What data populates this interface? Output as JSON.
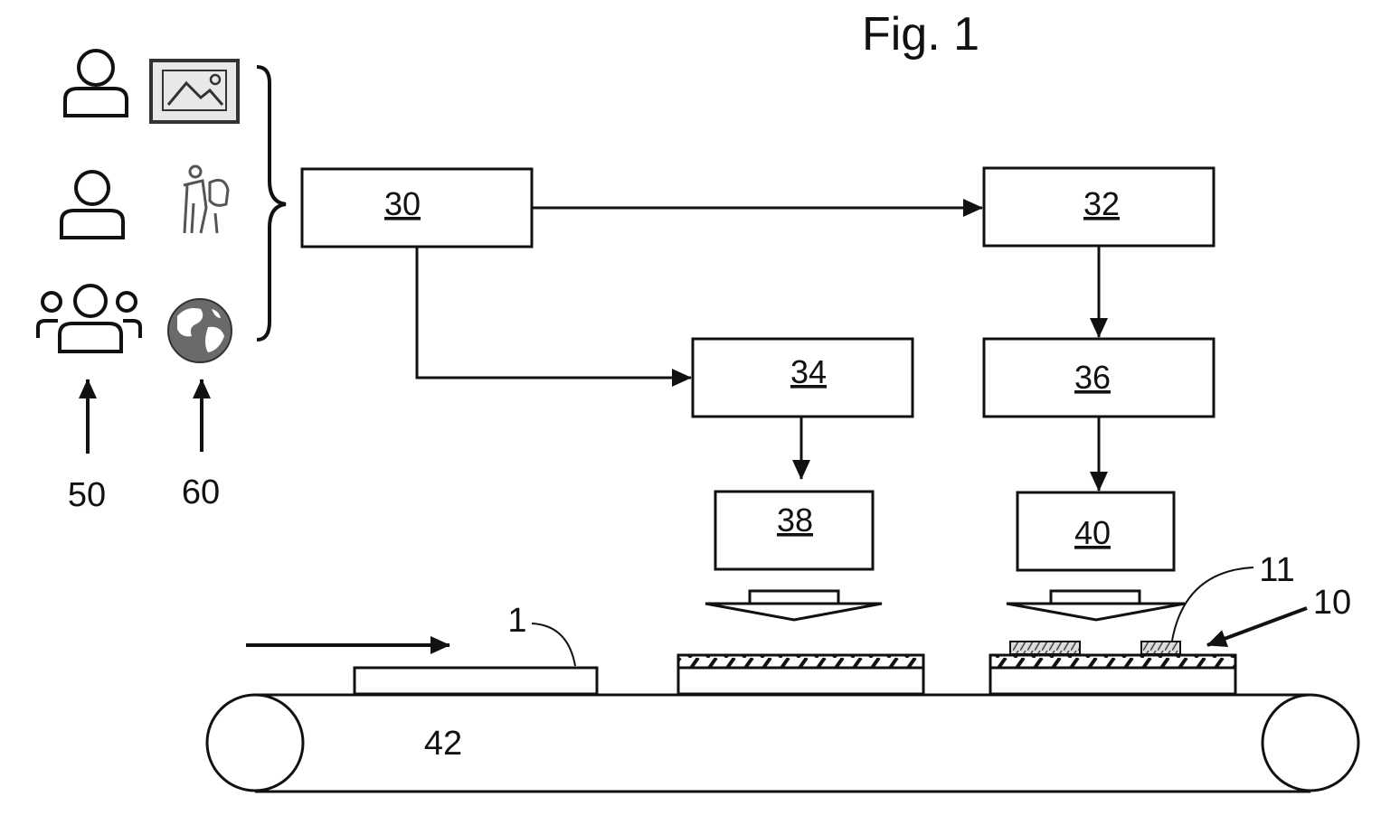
{
  "figure": {
    "title": "Fig. 1",
    "blocks": {
      "b30": "30",
      "b32": "32",
      "b34": "34",
      "b36": "36",
      "b38": "38",
      "b40": "40"
    },
    "source_labels": {
      "users": "50",
      "content": "60"
    },
    "reference_labels": {
      "substrate": "1",
      "conveyor": "42",
      "partial_layer": "11",
      "product": "10"
    },
    "icons": [
      "person-icon",
      "image-icon",
      "person-icon",
      "hiker-icon",
      "group-icon",
      "globe-icon"
    ]
  }
}
